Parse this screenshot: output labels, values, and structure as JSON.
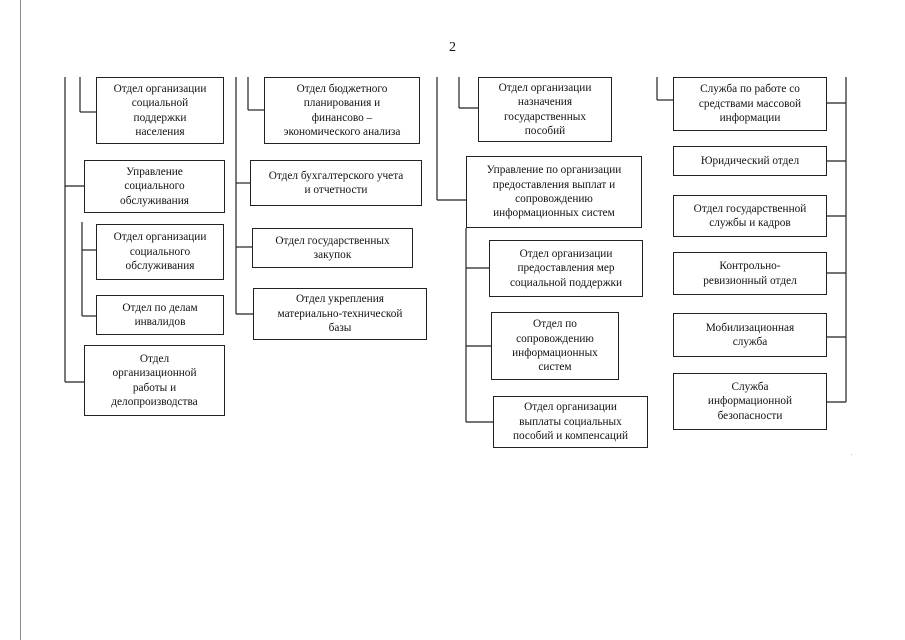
{
  "page": {
    "number": "2"
  },
  "columns": [
    {
      "boxes": [
        {
          "text": "Отдел организации\nсоциальной\nподдержки\nнаселения"
        },
        {
          "text": "Управление\nсоциального\nобслуживания"
        },
        {
          "text": "Отдел организации\nсоциального\nобслуживания"
        },
        {
          "text": "Отдел по делам\nинвалидов"
        },
        {
          "text": "Отдел\nорганизационной\nработы и\nделопроизводства"
        }
      ]
    },
    {
      "boxes": [
        {
          "text": "Отдел бюджетного\nпланирования и\nфинансово –\nэкономического анализа"
        },
        {
          "text": "Отдел бухгалтерского учета\nи отчетности"
        },
        {
          "text": "Отдел государственных\nзакупок"
        },
        {
          "text": "Отдел укрепления\nматериально-технической\nбазы"
        }
      ]
    },
    {
      "boxes": [
        {
          "text": "Отдел организации\nназначения\nгосударственных\nпособий"
        },
        {
          "text": "Управление по организации\nпредоставления выплат и\nсопровождению\nинформационных систем"
        },
        {
          "text": "Отдел организации\nпредоставления мер\nсоциальной поддержки"
        },
        {
          "text": "Отдел по\nсопровождению\nинформационных\nсистем"
        },
        {
          "text": "Отдел организации\nвыплаты социальных\nпособий и компенсаций"
        }
      ]
    },
    {
      "boxes": [
        {
          "text": "Служба по работе со\nсредствами массовой\nинформации"
        },
        {
          "text": "Юридический отдел"
        },
        {
          "text": "Отдел государственной\nслужбы и кадров"
        },
        {
          "text": "Контрольно-\nревизионный отдел"
        },
        {
          "text": "Мобилизационная\nслужба"
        },
        {
          "text": "Служба\nинформационной\nбезопасности"
        }
      ]
    }
  ]
}
